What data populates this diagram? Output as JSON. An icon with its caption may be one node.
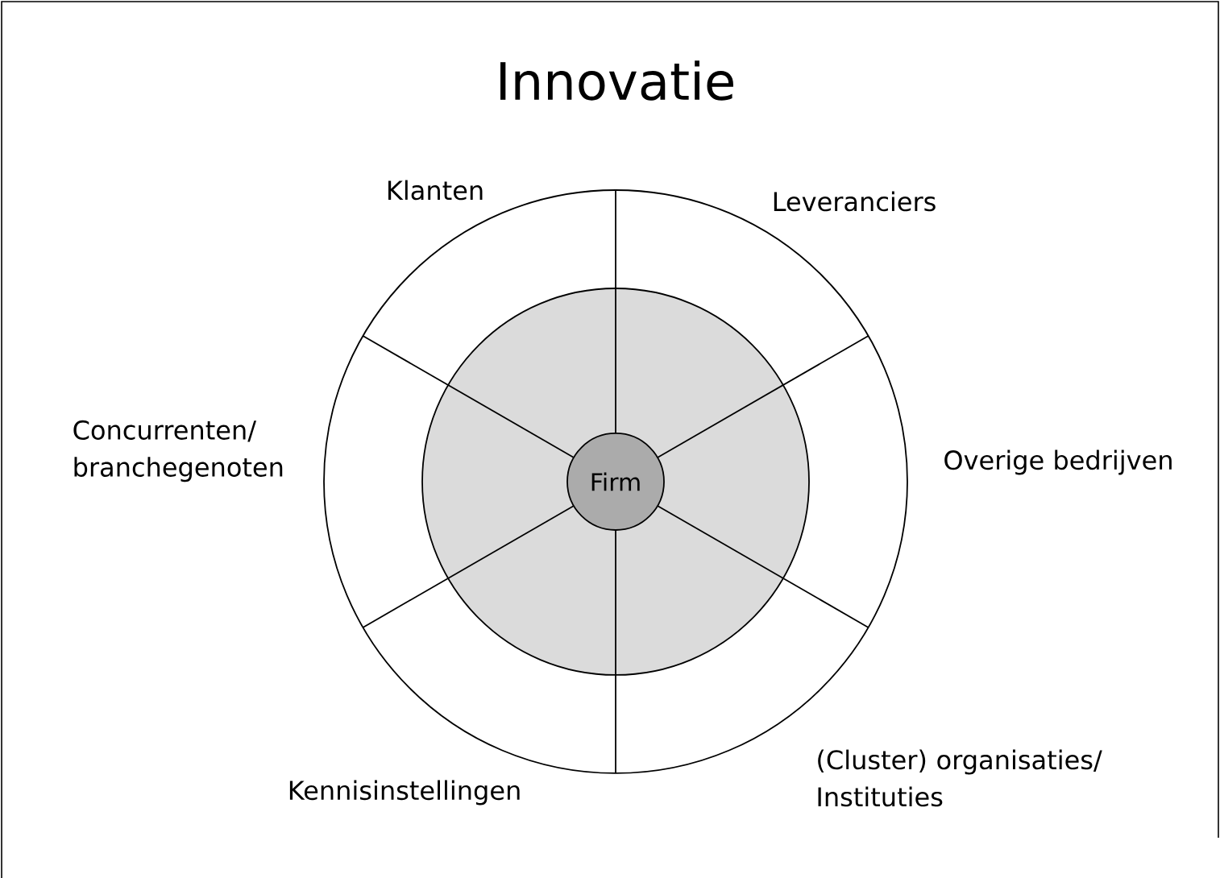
{
  "diagram": {
    "title": "Innovatie",
    "nodes": [
      {
        "text": [
          "Firm"
        ]
      }
    ],
    "labels": [
      "Klanten",
      "Leveranciers",
      "Concurrenten/ branchegenoten",
      "Overige bedrijven",
      "(Cluster) organisaties/ Instituties",
      "Kennisinstellingen"
    ]
  }
}
